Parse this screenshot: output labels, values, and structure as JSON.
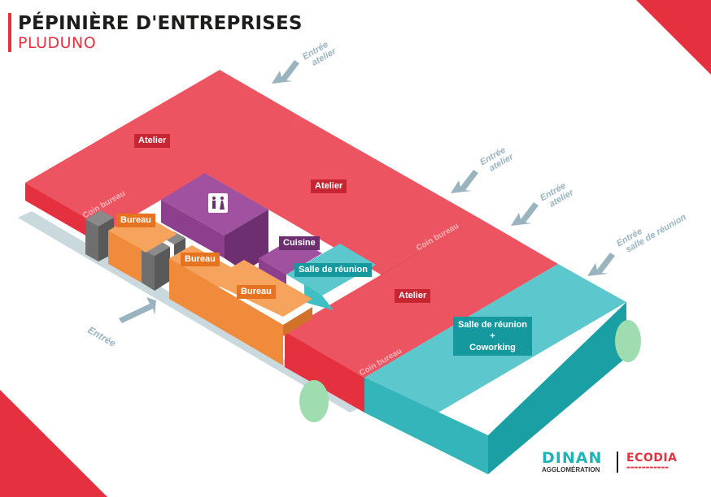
{
  "header": {
    "title": "PÉPINIÈRE D'ENTREPRISES",
    "subtitle": "PLUDUNO"
  },
  "rooms": {
    "atelier_1": "Atelier",
    "atelier_2": "Atelier",
    "atelier_3": "Atelier",
    "bureau_1": "Bureau",
    "bureau_2": "Bureau",
    "bureau_3": "Bureau",
    "cuisine": "Cuisine",
    "salle_reunion": "Salle de réunion",
    "coworking_line1": "Salle de réunion",
    "coworking_line2": "+",
    "coworking_line3": "Coworking"
  },
  "corners": {
    "coin_1": "Coin bureau",
    "coin_2": "Coin bureau",
    "coin_3": "Coin bureau"
  },
  "entrances": {
    "entree_atelier_1_a": "Entrée",
    "entree_atelier_1_b": "atelier",
    "entree_atelier_2_a": "Entrée",
    "entree_atelier_2_b": "atelier",
    "entree_atelier_3_a": "Entrée",
    "entree_atelier_3_b": "atelier",
    "entree_salle_a": "Entrée",
    "entree_salle_b": "salle de réunion",
    "entree_main": "Entrée"
  },
  "logos": {
    "dinan_main": "DINAN",
    "dinan_sub": "AGGLOMÉRATION",
    "ecodia": "ECODIA"
  },
  "colors": {
    "red": "#e5313f",
    "red_top": "#ec5462",
    "teal": "#3fbfc3",
    "orange": "#f08b3c",
    "purple": "#8b3f8c",
    "grey": "#6f6f6f",
    "arrow": "#9ab4bf",
    "tree": "#9fdcb0"
  },
  "icons": {
    "toilet": "restroom-icon"
  }
}
